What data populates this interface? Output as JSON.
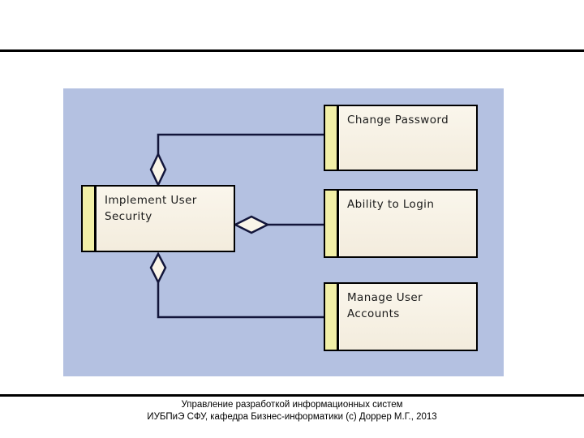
{
  "slide": {
    "background_color": "#ffffff",
    "rule_color": "#000000"
  },
  "diagram": {
    "title": "",
    "canvas_color": "#b4c1e1",
    "box_fill_color": "#f2ece0",
    "box_strip_color": "#f2f0a8",
    "line_color": "#12153a",
    "nodes": [
      {
        "id": "implement-user-security",
        "label": "Implement User\nSecurity"
      },
      {
        "id": "change-password",
        "label": "Change Password"
      },
      {
        "id": "ability-to-login",
        "label": "Ability to Login"
      },
      {
        "id": "manage-user-accounts",
        "label": "Manage User\nAccounts"
      }
    ],
    "connectors": [
      {
        "from": "implement-user-security",
        "to": "change-password",
        "type": "aggregation",
        "diamond": "vertical"
      },
      {
        "from": "implement-user-security",
        "to": "ability-to-login",
        "type": "aggregation",
        "diamond": "horizontal"
      },
      {
        "from": "implement-user-security",
        "to": "manage-user-accounts",
        "type": "aggregation",
        "diamond": "vertical"
      }
    ]
  },
  "footer": {
    "line1": "Управление разработкой информационных систем",
    "line2": "ИУБПиЭ СФУ, кафедра Бизнес-информатики (с) Доррер М.Г., 2013"
  }
}
